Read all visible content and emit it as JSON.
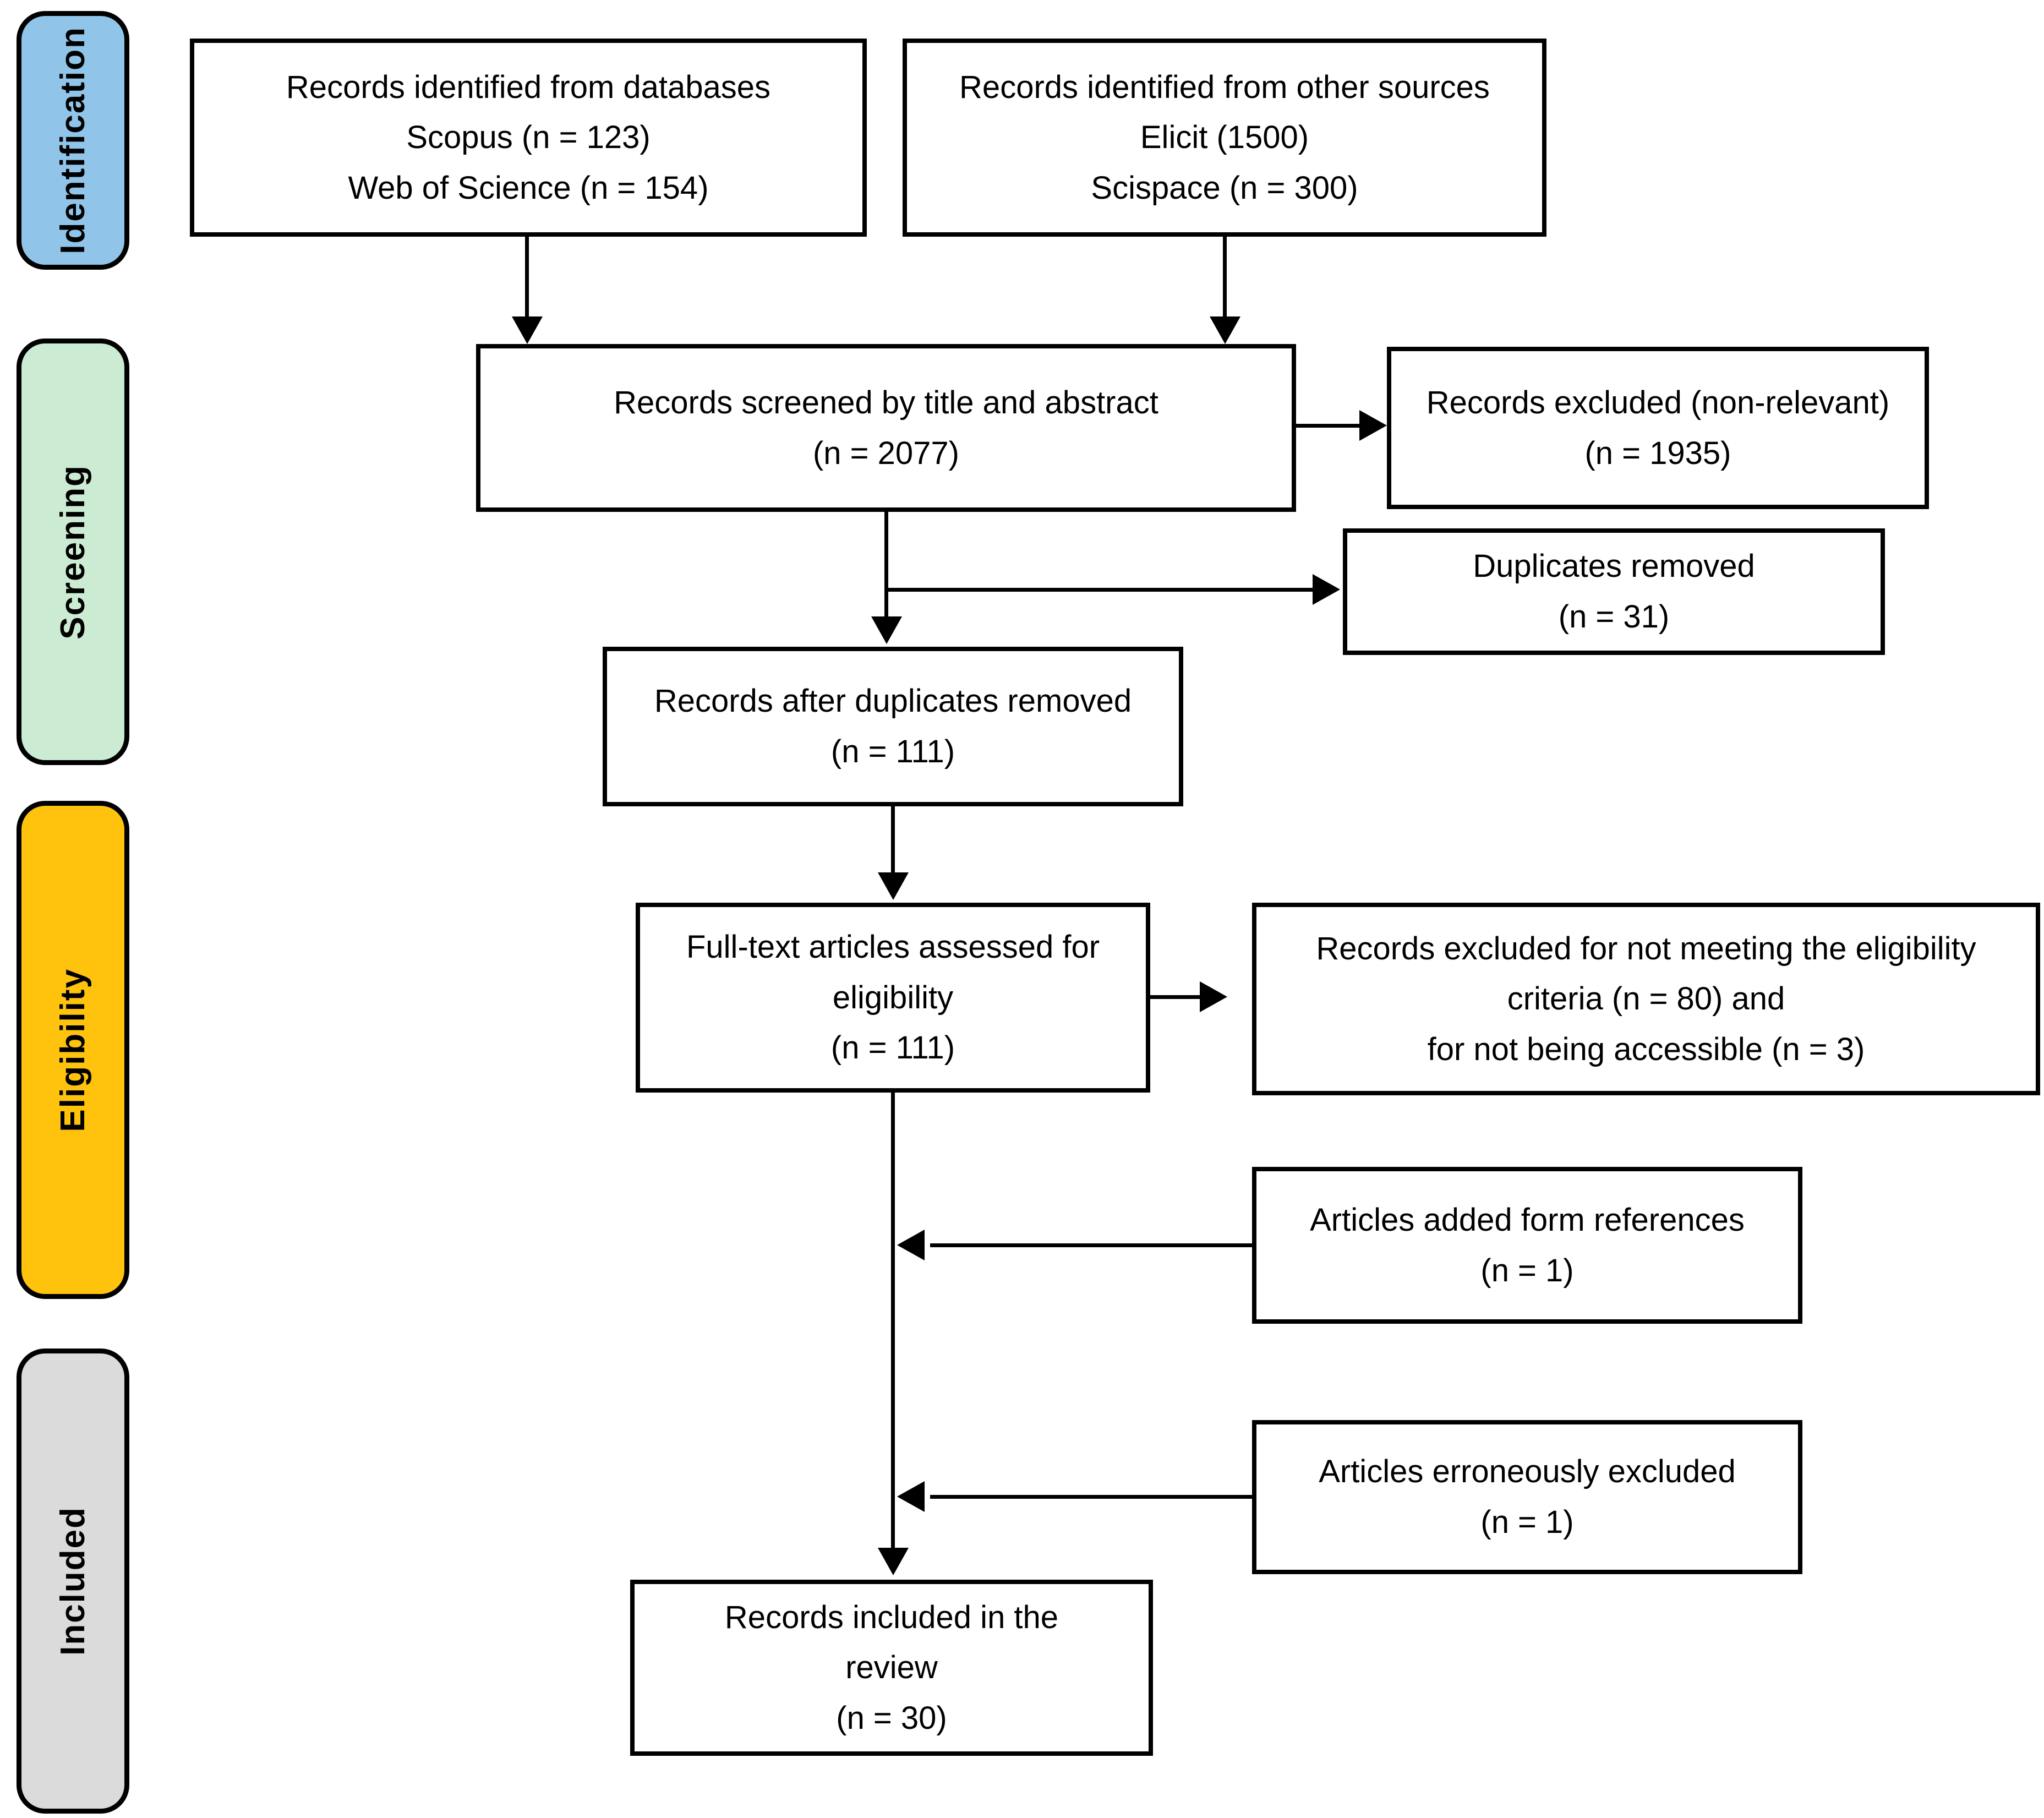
{
  "sidebar": {
    "stages": [
      {
        "id": "identification",
        "label": "Identification",
        "color": "#90C4E9"
      },
      {
        "id": "screening",
        "label": "Screening",
        "color": "#CBECD3"
      },
      {
        "id": "eligibility",
        "label": "Eligibility",
        "color": "#FFC20D"
      },
      {
        "id": "included",
        "label": "Included",
        "color": "#DBDBDB"
      }
    ]
  },
  "boxes": {
    "identified_databases": {
      "line1": "Records identified from databases",
      "line2": "Scopus (n = 123)",
      "line3": "Web of Science (n = 154)"
    },
    "identified_other": {
      "line1": "Records identified from other sources",
      "line2": "Elicit (1500)",
      "line3": "Scispace (n = 300)"
    },
    "screened": {
      "line1": "Records screened by title and abstract",
      "line2": "(n = 2077)"
    },
    "excluded_nonrelevant": {
      "line1": "Records excluded (non-relevant)",
      "line2": "(n = 1935)"
    },
    "duplicates_removed": {
      "line1": "Duplicates removed",
      "line2": "(n = 31)"
    },
    "after_duplicates": {
      "line1": "Records after duplicates removed",
      "line2": "(n = 111)"
    },
    "fulltext_assessed": {
      "line1": "Full-text articles assessed for",
      "line2": "eligibility",
      "line3": "(n = 111)"
    },
    "excluded_eligibility": {
      "line1": "Records excluded for not meeting the eligibility",
      "line2": "criteria (n = 80) and",
      "line3": "for not being accessible (n = 3)"
    },
    "added_references": {
      "line1": "Articles added form references",
      "line2": "(n = 1)"
    },
    "erroneously_excluded": {
      "line1": "Articles erroneously excluded",
      "line2": "(n = 1)"
    },
    "included_review": {
      "line1": "Records included in the",
      "line2": "review",
      "line3": "(n = 30)"
    }
  },
  "colors": {
    "box_background": "#FFFFFF",
    "box_border": "#000000",
    "connector": "#000000"
  }
}
